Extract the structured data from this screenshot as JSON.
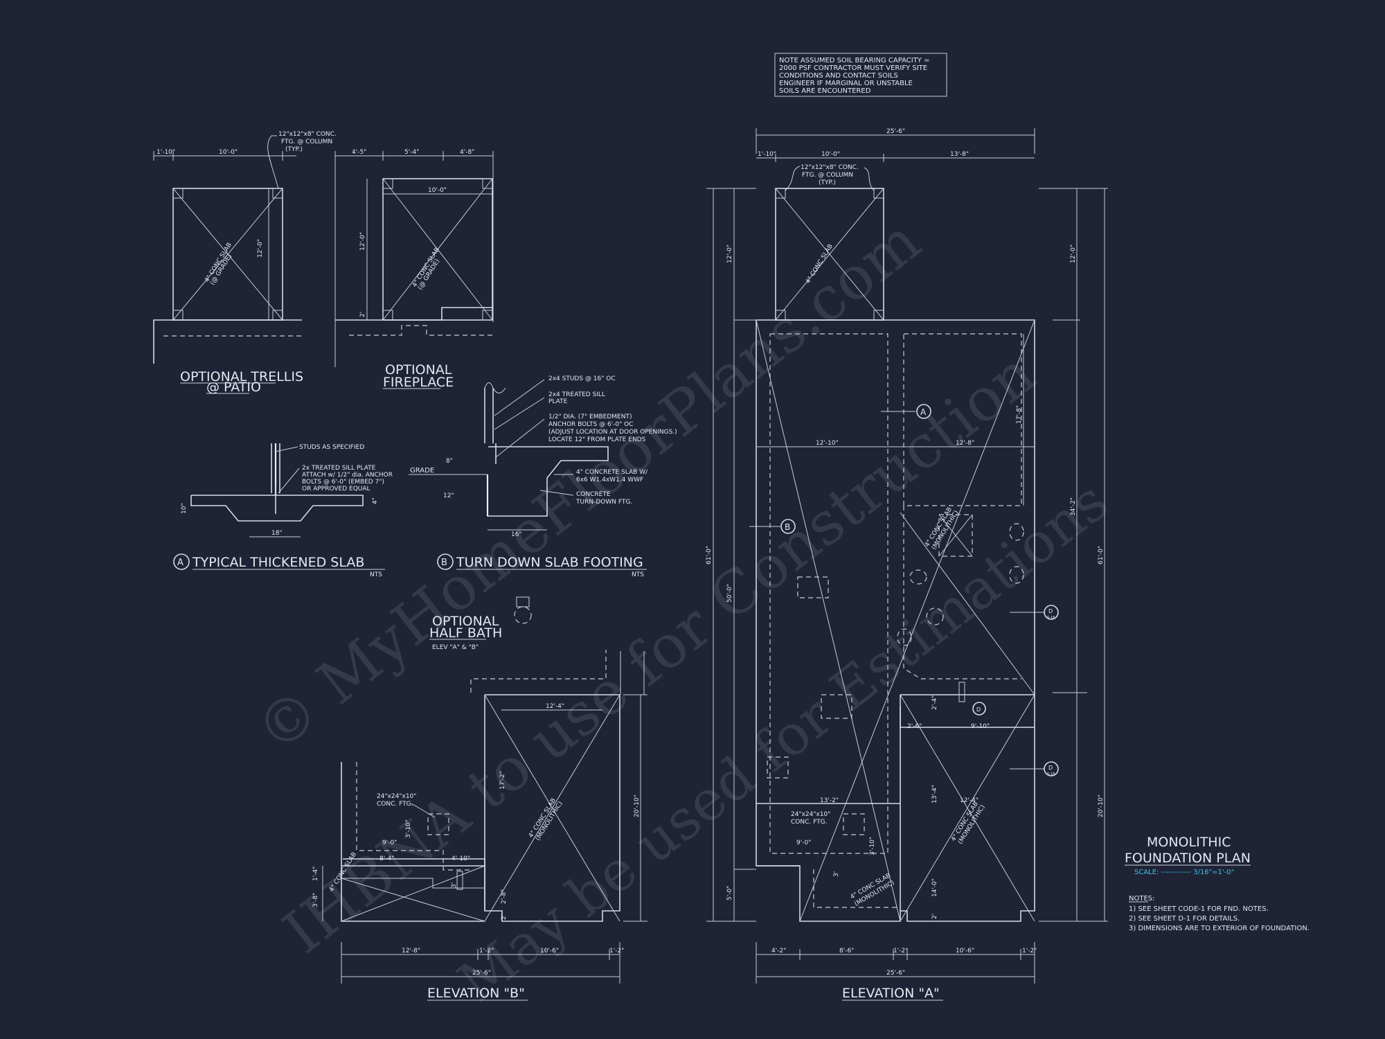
{
  "colors": {
    "background": "#1e2336",
    "line": "#d8dbe6",
    "accent": "#3ec4e8"
  },
  "watermark": {
    "line1": "© MyHomeFloorPlans.com",
    "line2": "IHBNA to use for Construction",
    "line3": "May be used for Estimations"
  },
  "soil_note": {
    "lines": [
      "NOTE ASSUMED SOIL BEARING CAPACITY =",
      "2000 PSF CONTRACTOR MUST VERIFY SITE",
      "CONDITIONS AND CONTACT SOILS",
      "ENGINEER IF MARGINAL OR UNSTABLE",
      "SOILS ARE ENCOUNTERED"
    ]
  },
  "trellis": {
    "title_line1": "OPTIONAL TRELLIS",
    "title_line2": "@ PATIO",
    "callout": [
      "12\"x12\"x8\" CONC.",
      "FTG. @ COLUMN",
      "(TYP.)"
    ],
    "slab_label": [
      "4\" CONC SLAB",
      "(@ GRADE)"
    ],
    "dims": {
      "d1": "1'-10\"",
      "d2": "10'-0\"",
      "d3": "12'-0\""
    }
  },
  "fireplace": {
    "title_line1": "OPTIONAL",
    "title_line2": "FIREPLACE",
    "slab_label": [
      "4\" CONC SLAB",
      "(@ GRADE)"
    ],
    "dims": {
      "d1": "4'-5\"",
      "d2": "5'-4\"",
      "d3": "4'-8\"",
      "d4": "10'-0\"",
      "d5": "12'-0\"",
      "d6": "2'"
    }
  },
  "detail_a": {
    "marker": "A",
    "title": "TYPICAL THICKENED SLAB",
    "scale": "NTS",
    "notes": [
      "STUDS AS SPECIFIED",
      "2x TREATED SILL PLATE",
      "ATTACH w/ 1/2\" dia. ANCHOR",
      "BOLTS @ 6'-0\" (EMBED 7\")",
      "OR APPROVED EQUAL"
    ],
    "dims": {
      "d1": "10\"",
      "d2": "4\"",
      "d3": "18\""
    }
  },
  "detail_b": {
    "marker": "B",
    "title": "TURN DOWN SLAB FOOTING",
    "scale": "NTS",
    "notes": [
      "2x4 STUDS @ 16\" OC",
      "2x4 TREATED SILL",
      "PLATE",
      "1/2\" DIA. (7\" EMBEDMENT)",
      "ANCHOR BOLTS @ 6'-0\" OC",
      "(ADJUST LOCATION AT DOOR OPENINGS.)",
      "LOCATE 12\" FROM PLATE ENDS"
    ],
    "notes2": [
      "4\" CONCRETE SLAB W/",
      "6x6 W1.4xW1.4 WWF"
    ],
    "notes3": [
      "CONCRETE",
      "TURN-DOWN FTG."
    ],
    "grade": "GRADE",
    "dims": {
      "d1": "8\"",
      "d2": "12\"",
      "d3": "16\""
    }
  },
  "half_bath": {
    "title_line1": "OPTIONAL",
    "title_line2": "HALF BATH",
    "subtitle": "ELEV \"A\" & \"B\""
  },
  "elevation_b": {
    "title": "ELEVATION \"B\"",
    "footing": [
      "24\"x24\"x10\"",
      "CONC. FTG."
    ],
    "slab_label": [
      "4\" CONC SLAB",
      "(MONOLITHIC)"
    ],
    "dims": {
      "d12_4": "12'-4\"",
      "d17_2": "17'-2\"",
      "d20_10": "20'-10\"",
      "d9_0": "9'-0\"",
      "d3_10": "3'-10\"",
      "d8_4": "8'-4\"",
      "d4_10": "4'-10\"",
      "d1_4": "1'-4\"",
      "d3_8": "3'-8\"",
      "d2_8": "2'-8\"",
      "d2": "2'",
      "d12_8": "12'-8\"",
      "d1_2a": "1'-2\"",
      "d10_6": "10'-6\"",
      "d1_2b": "1'-2\"",
      "d25_6": "25'-6\"",
      "d3": "3'"
    }
  },
  "elevation_a": {
    "title": "ELEVATION \"A\"",
    "callout": [
      "12\"x12\"x8\" CONC.",
      "FTG. @ COLUMN",
      "(TYP.)"
    ],
    "footing": [
      "24\"x24\"x10\"",
      "CONC. FTG."
    ],
    "slab_label": [
      "4\" CONC SLAB",
      "(MONOLITHIC)"
    ],
    "markers": {
      "a": "A",
      "b": "B",
      "d": "D"
    },
    "marker_sub": "S-18",
    "dims": {
      "top_overall": "25'-6\"",
      "top_1": "1'-10\"",
      "top_2": "10'-0\"",
      "top_3": "13'-8\"",
      "left_12": "12'-0\"",
      "left_61": "61'-0\"",
      "left_50": "50'-0\"",
      "left_5": "5'-0\"",
      "right_12": "12'-0\"",
      "right_34": "34'-2\"",
      "right_61": "61'-0\"",
      "right_20": "20'-10\"",
      "w12_10": "12'-10\"",
      "w12_8": "12'-8\"",
      "v17_8": "17'-8\"",
      "v2_4": "2'-4\"",
      "w2_6": "2'-6\"",
      "w9_10": "9'-10\"",
      "w13_2": "13'-2\"",
      "w9_0": "9'-0\"",
      "v3_10": "3'-10\"",
      "v13_4": "13'-4\"",
      "w12_4": "12'-4\"",
      "v14_0": "14'-0\"",
      "v2": "2'",
      "v3": "3'",
      "b4_2": "4'-2\"",
      "b8_6": "8'-6\"",
      "b1_2a": "1'-2\"",
      "b10_6": "10'-6\"",
      "b1_2b": "1'-2\"",
      "b25_6": "25'-6\""
    }
  },
  "plan_title": {
    "line1": "MONOLITHIC",
    "line2": "FOUNDATION PLAN",
    "scale": "SCALE: ------------ 3/16\"=1'-0\""
  },
  "notes": {
    "heading": "NOTES:",
    "items": [
      "1) SEE SHEET CODE-1 FOR FND. NOTES.",
      "2) SEE SHEET D-1 FOR DETAILS.",
      "3) DIMENSIONS ARE TO EXTERIOR OF FOUNDATION."
    ]
  }
}
